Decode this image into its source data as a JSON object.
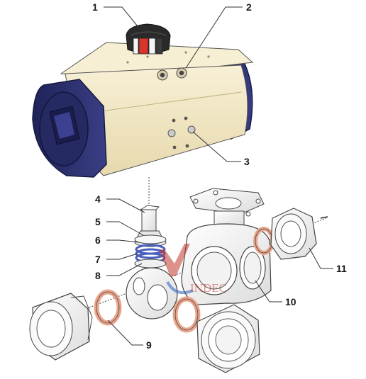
{
  "callouts": [
    {
      "id": "1",
      "label": "1"
    },
    {
      "id": "2",
      "label": "2"
    },
    {
      "id": "3",
      "label": "3"
    },
    {
      "id": "4",
      "label": "4"
    },
    {
      "id": "5",
      "label": "5"
    },
    {
      "id": "6",
      "label": "6"
    },
    {
      "id": "7",
      "label": "7"
    },
    {
      "id": "8",
      "label": "8"
    },
    {
      "id": "9",
      "label": "9"
    },
    {
      "id": "10",
      "label": "10"
    },
    {
      "id": "11",
      "label": "11"
    }
  ],
  "watermark": {
    "text": "INDEC"
  },
  "colors": {
    "actuator_body": "#f3e8c4",
    "actuator_caps": "#2b2f6b",
    "indicator_red": "#d7352c",
    "gasket": "#e9a58b",
    "o_ring": "#4a5fbf",
    "metal": "#f2f2f2",
    "outline": "#333333",
    "watermark": "#c0392b"
  },
  "icons": {
    "actuator": "pneumatic-actuator-icon",
    "indicator": "position-indicator-icon",
    "valve_body": "three-way-valve-body-icon",
    "union_end": "threaded-union-end-icon",
    "gasket": "gasket-ring-icon"
  }
}
